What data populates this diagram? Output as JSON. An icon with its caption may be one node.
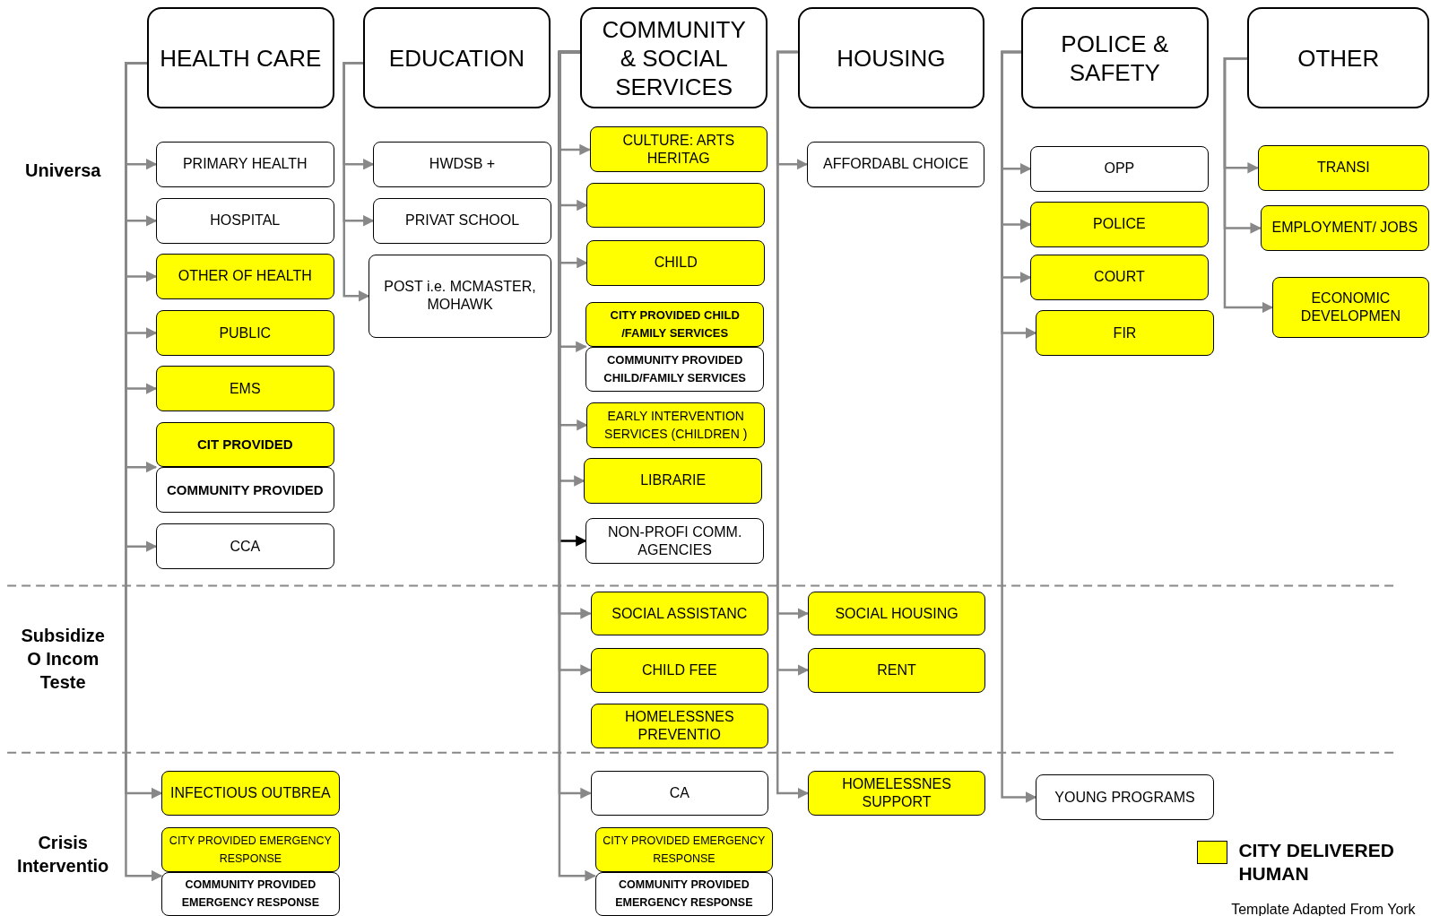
{
  "diagram": {
    "nodes": [
      {
        "text": [
          "HEALTH CARE"
        ]
      },
      {
        "text": [
          "EDUCATION"
        ]
      },
      {
        "text": [
          "COMMUNITY & SOCIAL SERVICES"
        ]
      },
      {
        "text": [
          "HOUSING"
        ]
      },
      {
        "text": [
          "POLICE & SAFETY"
        ]
      },
      {
        "text": [
          "OTHER"
        ]
      },
      {
        "text": [
          "PRIMARY HEALTH"
        ]
      },
      {
        "text": [
          "HOSPITAL"
        ]
      },
      {
        "text": [
          "OTHER OF HEALTH"
        ]
      },
      {
        "text": [
          "PUBLIC"
        ]
      },
      {
        "text": [
          "EMS"
        ]
      },
      {
        "text": [
          "CIT PROVIDED"
        ]
      },
      {
        "text": [
          "COMMUNITY PROVIDED"
        ]
      },
      {
        "text": [
          "CCA"
        ]
      },
      {
        "text": [
          "HWDSB +"
        ]
      },
      {
        "text": [
          "PRIVAT SCHOOL"
        ]
      },
      {
        "text": [
          "POST i.e. MCMASTER, MOHAWK"
        ]
      },
      {
        "text": [
          "CULTURE: ARTS HERITAG"
        ]
      },
      {
        "text": [],
        "shape": "box"
      },
      {
        "text": [
          "CHILD"
        ]
      },
      {
        "text": [
          "CITY PROVIDED CHILD /FAMILY SERVICES"
        ]
      },
      {
        "text": [
          "COMMUNITY PROVIDED CHILD/FAMILY SERVICES"
        ]
      },
      {
        "text": [
          "EARLY INTERVENTION SERVICES (CHILDREN )"
        ]
      },
      {
        "text": [
          "LIBRARIE"
        ]
      },
      {
        "text": [
          "NON-PROFI COMM. AGENCIES"
        ]
      },
      {
        "text": [
          "AFFORDABL CHOICE"
        ]
      },
      {
        "text": [
          "OPP"
        ]
      },
      {
        "text": [
          "POLICE"
        ]
      },
      {
        "text": [
          "COURT"
        ]
      },
      {
        "text": [
          "FIR"
        ]
      },
      {
        "text": [
          "TRANSI"
        ]
      },
      {
        "text": [
          "EMPLOYMENT/ JOBS"
        ]
      },
      {
        "text": [
          "ECONOMIC DEVELOPMEN"
        ]
      },
      {
        "text": [
          "SOCIAL ASSISTANC"
        ]
      },
      {
        "text": [
          "CHILD FEE"
        ]
      },
      {
        "text": [
          "HOMELESSNES PREVENTIO"
        ]
      },
      {
        "text": [
          "SOCIAL HOUSING"
        ]
      },
      {
        "text": [
          "RENT"
        ]
      },
      {
        "text": [
          "INFECTIOUS OUTBREA"
        ]
      },
      {
        "text": [
          "CITY PROVIDED EMERGENCY RESPONSE"
        ]
      },
      {
        "text": [
          "COMMUNITY PROVIDED EMERGENCY RESPONSE"
        ]
      },
      {
        "text": [
          "CA"
        ]
      },
      {
        "text": [
          "CITY PROVIDED EMERGENCY RESPONSE"
        ]
      },
      {
        "text": [
          "COMMUNITY PROVIDED EMERGENCY RESPONSE"
        ]
      },
      {
        "text": [
          "HOMELESSNES SUPPORT"
        ]
      },
      {
        "text": [
          "YOUNG PROGRAMS"
        ]
      }
    ],
    "edges": [
      {
        "from": 0,
        "to": 6,
        "arrow": "to"
      },
      {
        "from": 0,
        "to": 7,
        "arrow": "to"
      },
      {
        "from": 0,
        "to": 8,
        "arrow": "to"
      },
      {
        "from": 0,
        "to": 9,
        "arrow": "to"
      },
      {
        "from": 0,
        "to": 10,
        "arrow": "to"
      },
      {
        "from": 0,
        "to": 12,
        "arrow": "to"
      },
      {
        "from": 0,
        "to": 13,
        "arrow": "to"
      },
      {
        "from": 0,
        "to": 38,
        "arrow": "to"
      },
      {
        "from": 0,
        "to": 40,
        "arrow": "to"
      },
      {
        "from": 1,
        "to": 14,
        "arrow": "to"
      },
      {
        "from": 1,
        "to": 15,
        "arrow": "to"
      },
      {
        "from": 1,
        "to": 16,
        "arrow": "to"
      },
      {
        "from": 2,
        "to": 17,
        "arrow": "to"
      },
      {
        "from": 2,
        "to": 18,
        "arrow": "to"
      },
      {
        "from": 2,
        "to": 19,
        "arrow": "to"
      },
      {
        "from": 2,
        "to": 21,
        "arrow": "to"
      },
      {
        "from": 2,
        "to": 22,
        "arrow": "to"
      },
      {
        "from": 2,
        "to": 23,
        "arrow": "to"
      },
      {
        "from": 2,
        "to": 24,
        "arrow": "to",
        "color": "#000000"
      },
      {
        "from": 2,
        "to": 33,
        "arrow": "to"
      },
      {
        "from": 2,
        "to": 34,
        "arrow": "to"
      },
      {
        "from": 2,
        "to": 41,
        "arrow": "to"
      },
      {
        "from": 2,
        "to": 43,
        "arrow": "to"
      },
      {
        "from": 3,
        "to": 25,
        "arrow": "to"
      },
      {
        "from": 3,
        "to": 36,
        "arrow": "to"
      },
      {
        "from": 3,
        "to": 37,
        "arrow": "to"
      },
      {
        "from": 3,
        "to": 44,
        "arrow": "to"
      },
      {
        "from": 4,
        "to": 26,
        "arrow": "to"
      },
      {
        "from": 4,
        "to": 27,
        "arrow": "to"
      },
      {
        "from": 4,
        "to": 28,
        "arrow": "to"
      },
      {
        "from": 4,
        "to": 29,
        "arrow": "to"
      },
      {
        "from": 4,
        "to": 45,
        "arrow": "to"
      },
      {
        "from": 5,
        "to": 30,
        "arrow": "to"
      },
      {
        "from": 5,
        "to": 31,
        "arrow": "to"
      },
      {
        "from": 5,
        "to": 32,
        "arrow": "to"
      }
    ],
    "labels": [
      "Universa",
      "Subsidize O Incom Teste",
      "Crisis Interventio",
      "Template Adapted From York"
    ],
    "legend": [
      {
        "text": "CITY DELIVERED HUMAN",
        "color": "#ffff00"
      }
    ]
  }
}
